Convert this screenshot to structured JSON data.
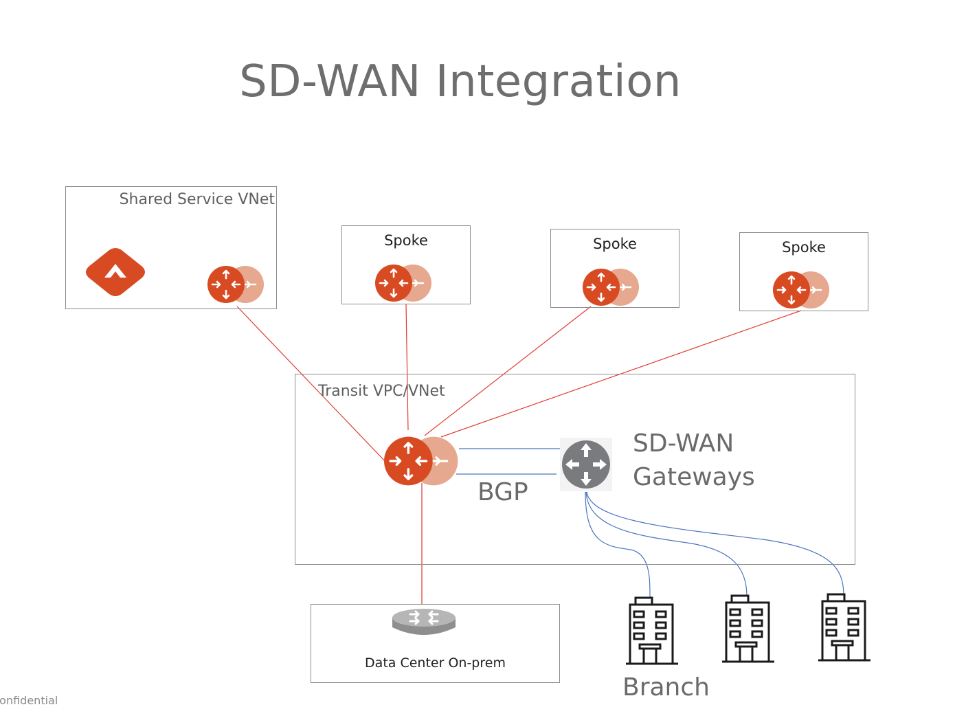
{
  "title": "SD-WAN Integration",
  "shared_service": {
    "label": "Shared Service VNet"
  },
  "spokes": [
    {
      "label": "Spoke"
    },
    {
      "label": "Spoke"
    },
    {
      "label": "Spoke"
    }
  ],
  "transit": {
    "label": "Transit VPC/VNet"
  },
  "sdwan": {
    "line1": "SD-WAN",
    "line2": "Gateways"
  },
  "bgp": {
    "label": "BGP"
  },
  "datacenter": {
    "label": "Data Center On-prem"
  },
  "branch": {
    "label": "Branch"
  },
  "footer": {
    "text": "Confidential"
  },
  "colors": {
    "gateway_primary": "#d84a22",
    "gateway_secondary": "#e6a88e",
    "aviatrix_logo": "#d84a22",
    "red_link": "#e03a2f",
    "blue_link": "#4b73c1",
    "sdwan_router": "#7a7b7e",
    "box_border": "#8c8c8c"
  }
}
